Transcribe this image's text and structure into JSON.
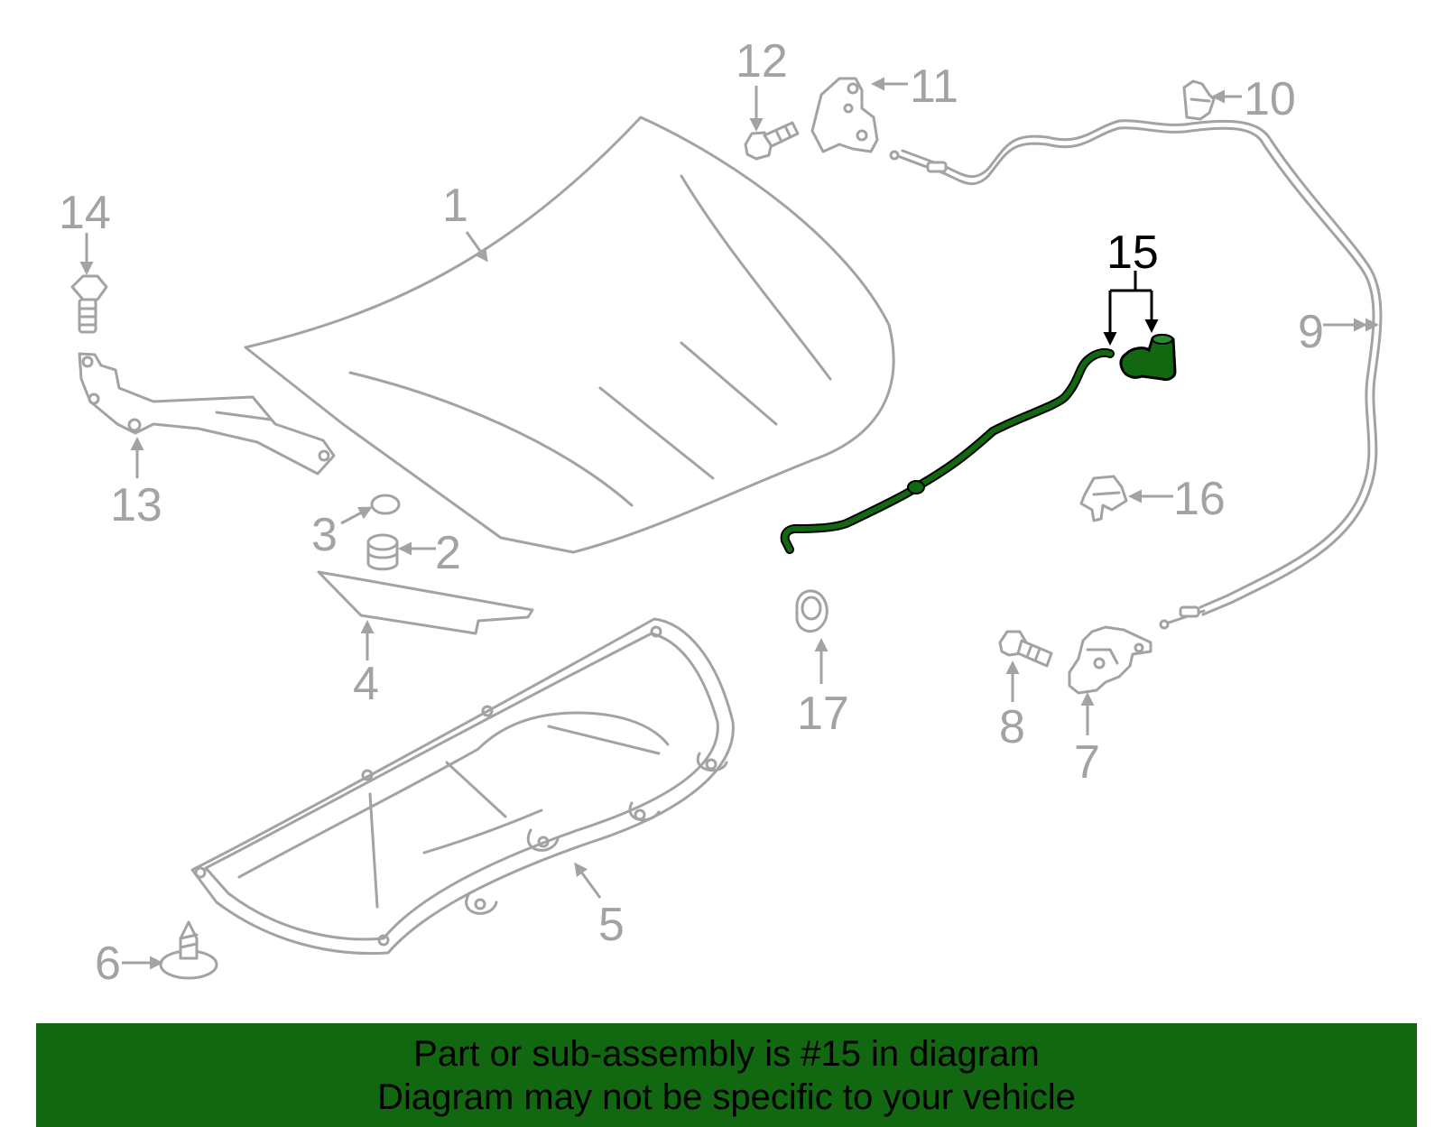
{
  "highlight_color": "#116811",
  "callouts": {
    "c1": "1",
    "c2": "2",
    "c3": "3",
    "c4": "4",
    "c5": "5",
    "c6": "6",
    "c7": "7",
    "c8": "8",
    "c9": "9",
    "c10": "10",
    "c11": "11",
    "c12": "12",
    "c13": "13",
    "c14": "14",
    "c15": "15",
    "c16": "16",
    "c17": "17"
  },
  "banner": {
    "color": "#116811",
    "line1": "Part or sub-assembly is #15 in diagram",
    "line2": "Diagram may not be specific to your vehicle"
  }
}
